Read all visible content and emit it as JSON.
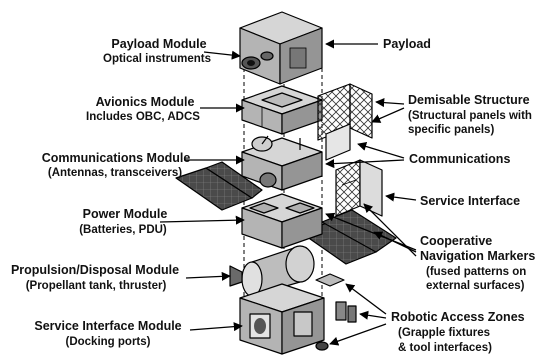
{
  "labels": {
    "payload_module_title": "Payload Module",
    "payload_module_sub": "Optical instruments",
    "avionics_module_title": "Avionics Module",
    "avionics_module_sub": "Includes OBC, ADCS",
    "communications_module_title": "Communications Module",
    "communications_module_sub": "(Antennas, transceivers)",
    "power_module_title": "Power Module",
    "power_module_sub": "(Batteries, PDU)",
    "propulsion_module_title": "Propulsion/Disposal Module",
    "propulsion_module_sub": "(Propellant tank, thruster)",
    "service_interface_module_title": "Service Interface Module",
    "service_interface_module_sub": "(Docking ports)",
    "payload": "Payload",
    "demisable_title": "Demisable Structure",
    "demisable_sub1": "(Structural panels with",
    "demisable_sub2": "specific panels)",
    "communications": "Communications",
    "service_interface": "Service Interface",
    "coop_nav_title1": "Cooperative",
    "coop_nav_title2": "Navigation Markers",
    "coop_nav_sub1": "(fused patterns on",
    "coop_nav_sub2": "external surfaces)",
    "robotic_title": "Robotic Access Zones",
    "robotic_sub1": "(Grapple fixtures",
    "robotic_sub2": "& tool interfaces)"
  },
  "colors": {
    "ink": "#111111",
    "face_top": "#d6d6d6",
    "face_left": "#b4b4b4",
    "face_right": "#959595",
    "solar_panel": "#4a4a4a",
    "background": "#ffffff"
  }
}
